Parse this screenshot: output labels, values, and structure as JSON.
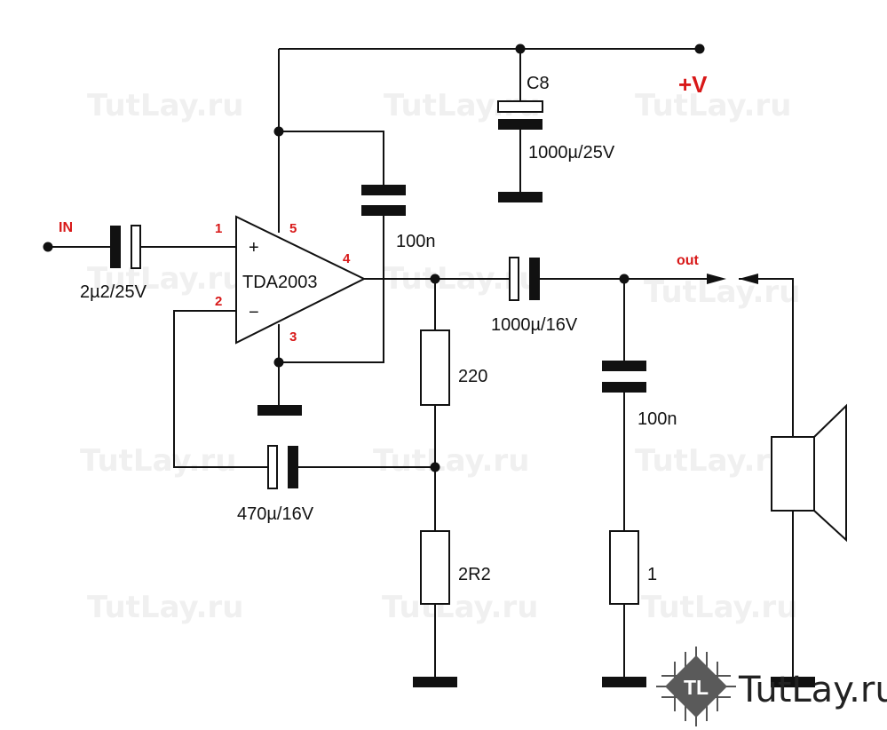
{
  "watermark": "TutLay.ru",
  "logo": {
    "badge": "TL",
    "text": "TutLay.ru"
  },
  "ic": {
    "name": "TDA2003",
    "noninv": "+",
    "inv": "−"
  },
  "pins": [
    "1",
    "2",
    "3",
    "4",
    "5"
  ],
  "labels": {
    "in": "IN",
    "out": "out",
    "vplus": "+V",
    "c_in": "2µ2/25V",
    "c8_name": "C8",
    "c8_value": "1000µ/25V",
    "c_bypass": "100n",
    "c_out": "1000µ/16V",
    "c_zobel": "100n",
    "c_fb": "470µ/16V",
    "r_fb1": "220",
    "r_fb2": "2R2",
    "r_zobel": "1"
  }
}
